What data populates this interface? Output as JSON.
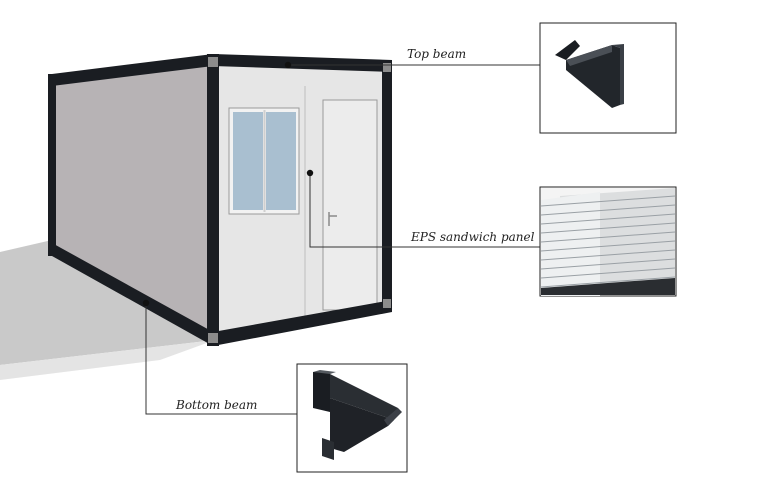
{
  "callouts": {
    "top_beam": "Top beam",
    "eps_panel": "EPS sandwich panel",
    "bottom_beam": "Bottom beam"
  },
  "colors": {
    "frame": "#1a1d22",
    "wall": "#b7b3b5",
    "front_panel": "#e6e6e6",
    "window_glass": "#a9bfd0",
    "shadow": "#c9c9c9",
    "eps_panel": "#e9eaea"
  }
}
